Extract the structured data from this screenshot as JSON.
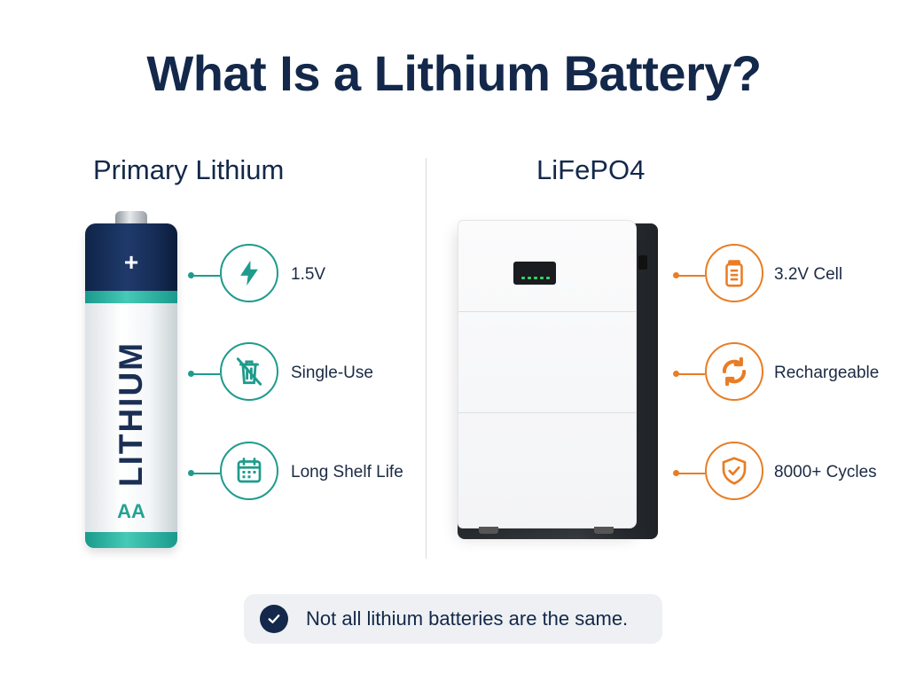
{
  "title": "What Is a Lithium Battery?",
  "left": {
    "heading": "Primary Lithium",
    "battery": {
      "plus": "+",
      "brand": "LITHIUM",
      "size": "AA"
    },
    "features": [
      {
        "label": "1.5V",
        "icon": "lightning-bolt-icon"
      },
      {
        "label": "Single-Use",
        "icon": "no-trash-icon"
      },
      {
        "label": "Long Shelf Life",
        "icon": "calendar-icon"
      }
    ]
  },
  "right": {
    "heading": "LiFePO4",
    "features": [
      {
        "label": "3.2V Cell",
        "icon": "battery-cell-icon"
      },
      {
        "label": "Rechargeable",
        "icon": "recycle-arrows-icon"
      },
      {
        "label": "8000+ Cycles",
        "icon": "shield-check-icon"
      }
    ]
  },
  "note": {
    "text": "Not all lithium batteries are the same."
  },
  "colors": {
    "navy": "#13284a",
    "teal": "#1f9b8d",
    "orange": "#e97d24"
  }
}
